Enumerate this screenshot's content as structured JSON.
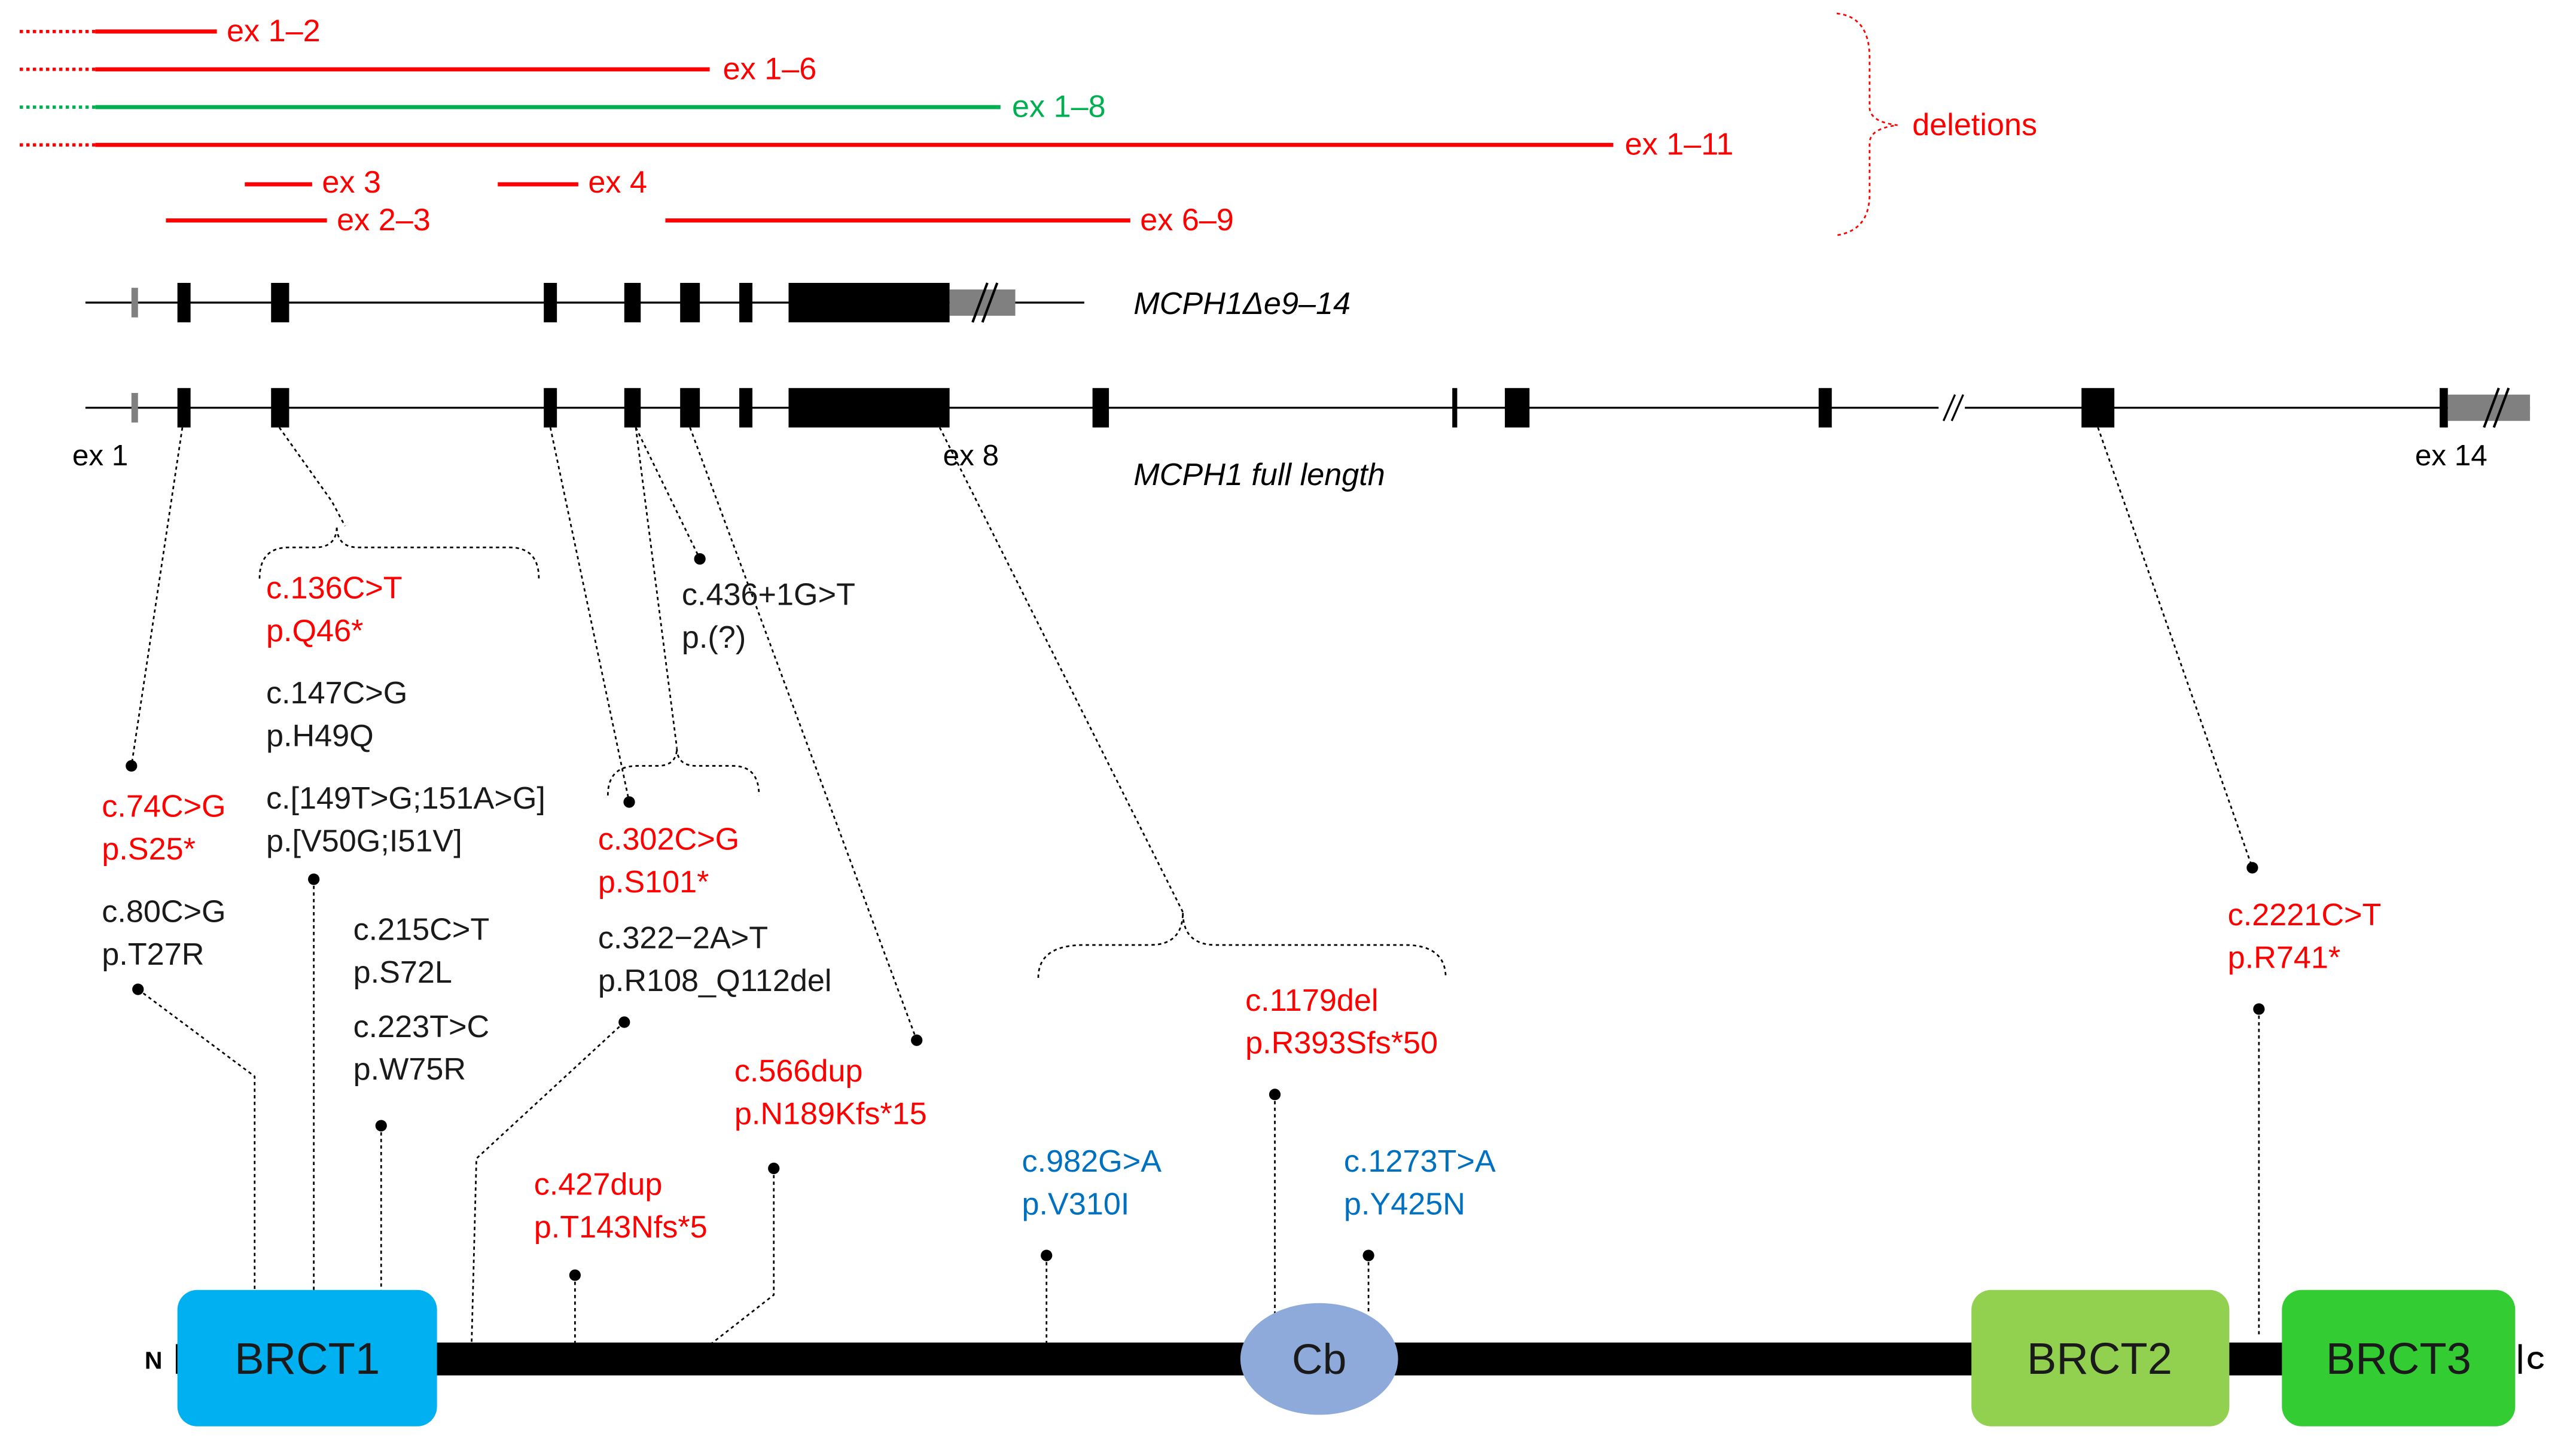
{
  "colors": {
    "pathogenic": "#ff0000",
    "benign": "#1a1a1a",
    "vus": "#0070c0",
    "deletion_alt": "#00b050",
    "brct1": "#00b0f0",
    "brct2": "#92d050",
    "brct3": "#33cc33",
    "cb": "#8eaadb",
    "utr": "#808080"
  },
  "deletions": {
    "ex1_2": "ex 1–2",
    "ex1_6": "ex 1–6",
    "ex1_8": "ex 1–8",
    "ex1_11": "ex 1–11",
    "ex3": "ex 3",
    "ex4": "ex 4",
    "ex2_3": "ex 2–3",
    "ex6_9": "ex 6–9",
    "group_label": "deletions"
  },
  "transcripts": {
    "delta_label": "MCPH1Δe9–14",
    "full_label": "MCPH1 full length",
    "ex1": "ex 1",
    "ex8": "ex 8",
    "ex14": "ex 14"
  },
  "variants": {
    "v74": [
      "c.74C>G",
      "p.S25*"
    ],
    "v80": [
      "c.80C>G",
      "p.T27R"
    ],
    "v136": [
      "c.136C>T",
      "p.Q46*"
    ],
    "v147": [
      "c.147C>G",
      "p.H49Q"
    ],
    "v149": [
      "c.[149T>G;151A>G]",
      "p.[V50G;I51V]"
    ],
    "v215": [
      "c.215C>T",
      "p.S72L"
    ],
    "v223": [
      "c.223T>C",
      "p.W75R"
    ],
    "v302": [
      "c.302C>G",
      "p.S101*"
    ],
    "v322": [
      "c.322−2A>T",
      "p.R108_Q112del"
    ],
    "v436": [
      "c.436+1G>T",
      "p.(?)"
    ],
    "v427": [
      "c.427dup",
      "p.T143Nfs*5"
    ],
    "v566": [
      "c.566dup",
      "p.N189Kfs*15"
    ],
    "v982": [
      "c.982G>A",
      "p.V310I"
    ],
    "v1179": [
      "c.1179del",
      "p.R393Sfs*50"
    ],
    "v1273": [
      "c.1273T>A",
      "p.Y425N"
    ],
    "v2221": [
      "c.2221C>T",
      "p.R741*"
    ]
  },
  "protein": {
    "n_term": "N",
    "c_term": "C",
    "brct1": "BRCT1",
    "cb": "Cb",
    "brct2": "BRCT2",
    "brct3": "BRCT3"
  }
}
